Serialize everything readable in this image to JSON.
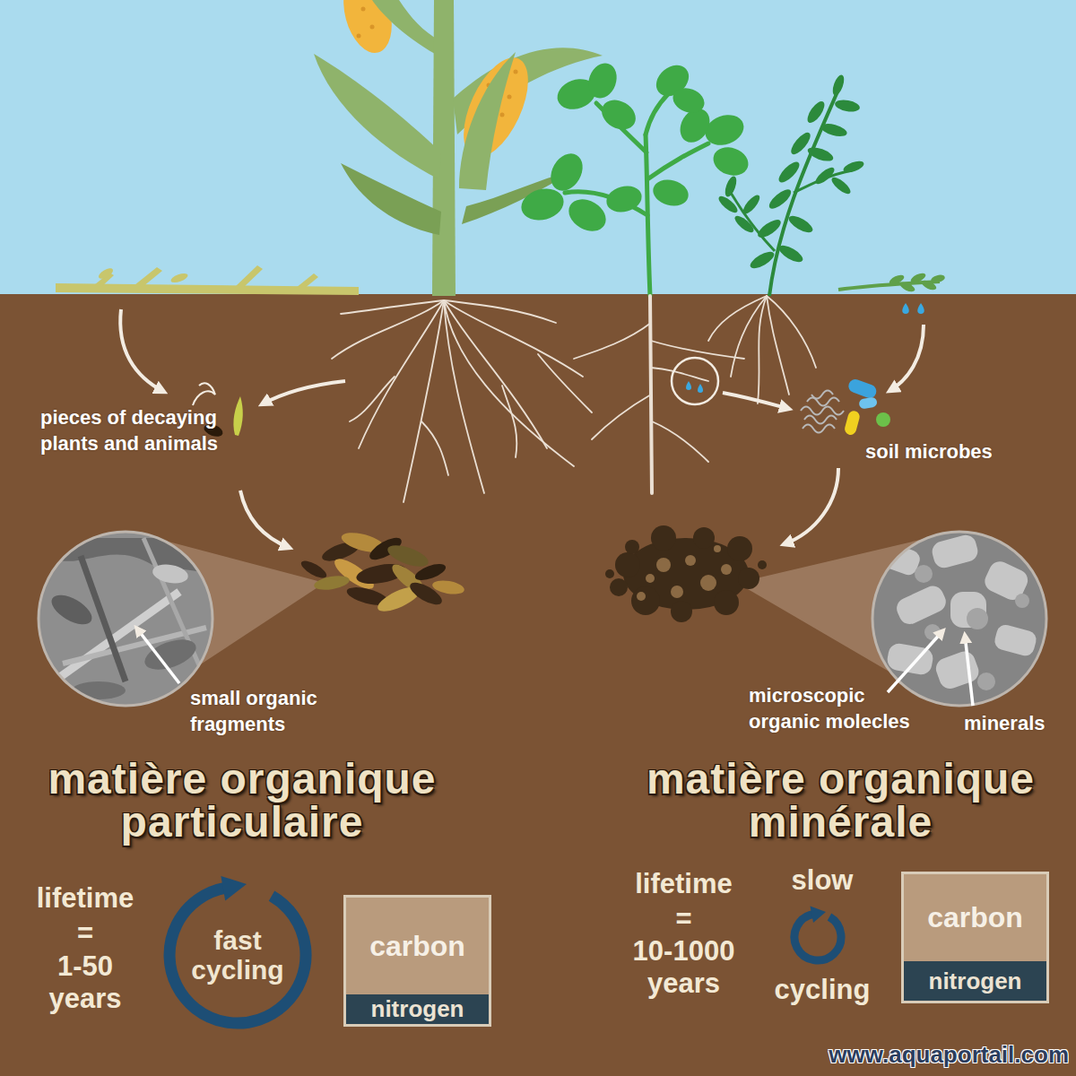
{
  "diagram": {
    "nodes": [
      {
        "text": [
          "fast cycling"
        ]
      },
      {
        "text": [
          "carbon"
        ]
      },
      {
        "text": [
          "nitrogen"
        ],
        "in": 1
      },
      {
        "text": [
          "carbon"
        ]
      },
      {
        "text": [
          "nitrogen"
        ],
        "in": 3
      }
    ],
    "labels": [
      "pieces of decaying plants and animals",
      "soil microbes",
      "small organic fragments",
      "microscopic organic molecles",
      "minerals",
      "matière organique particulaire",
      "matière organique minérale",
      "lifetime",
      "=",
      "1-50",
      "years",
      "lifetime",
      "=",
      "10-1000",
      "years",
      "slow",
      "cycling",
      "www.aquaportail.com"
    ]
  }
}
